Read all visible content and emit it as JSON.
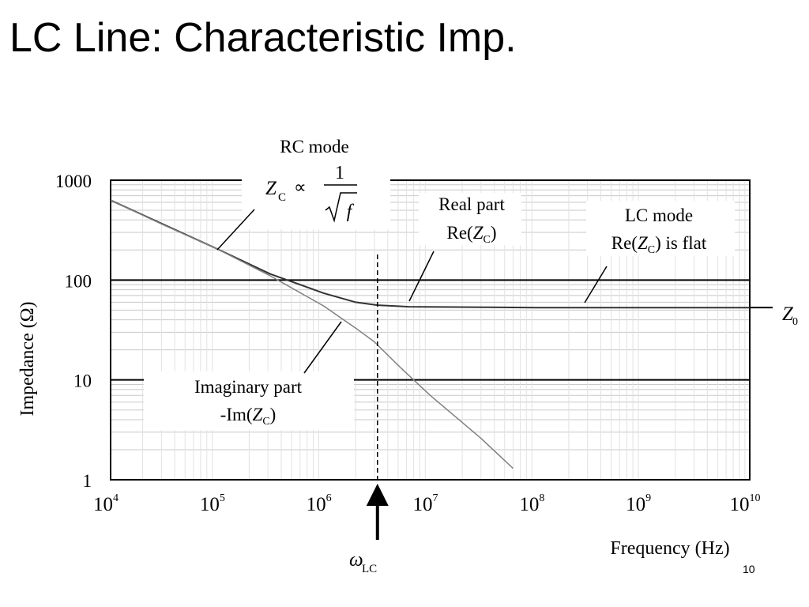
{
  "slide": {
    "title": "LC Line: Characteristic Imp.",
    "page_number": "10"
  },
  "chart_data": {
    "type": "line",
    "xscale": "log",
    "yscale": "log",
    "xlim": [
      10000,
      10000000000
    ],
    "ylim": [
      1,
      1000
    ],
    "xlabel": "Frequency (Hz)",
    "ylabel": "Impedance (Ω)",
    "x_ticks": [
      {
        "base": "10",
        "exp": "4",
        "value": 10000
      },
      {
        "base": "10",
        "exp": "5",
        "value": 100000
      },
      {
        "base": "10",
        "exp": "6",
        "value": 1000000
      },
      {
        "base": "10",
        "exp": "7",
        "value": 10000000
      },
      {
        "base": "10",
        "exp": "8",
        "value": 100000000
      },
      {
        "base": "10",
        "exp": "9",
        "value": 1000000000
      },
      {
        "base": "10",
        "exp": "10",
        "value": 10000000000
      }
    ],
    "y_ticks": [
      {
        "label": "1",
        "value": 1
      },
      {
        "label": "10",
        "value": 10
      },
      {
        "label": "100",
        "value": 100
      },
      {
        "label": "1000",
        "value": 1000
      }
    ],
    "grid": true,
    "series": [
      {
        "key": "real",
        "color": "#333333",
        "x": [
          10000,
          31600,
          100000,
          316000,
          1000000,
          2000000,
          3200000,
          6300000,
          100000000,
          10000000000
        ],
        "y": [
          630,
          360,
          205,
          115,
          74,
          60,
          56,
          54,
          53,
          53
        ]
      },
      {
        "key": "imag",
        "color": "#808080",
        "x": [
          10000,
          31600,
          100000,
          316000,
          1000000,
          2000000,
          3000000,
          5000000,
          10000000,
          30000000,
          60000000
        ],
        "y": [
          630,
          355,
          205,
          110,
          55,
          33,
          24,
          14,
          7,
          2.6,
          1.3
        ]
      }
    ],
    "asymptote": {
      "value": 53,
      "label_base": "Z",
      "label_sub": "0"
    },
    "marker": {
      "x": 3200000,
      "label_base": "ω",
      "label_sub": "LC"
    },
    "annotations": {
      "rc_mode": {
        "title": "RC mode",
        "formula_base": "Z",
        "formula_sub": "C",
        "formula_rel": "∝",
        "frac_num": "1",
        "frac_den": "f"
      },
      "real_part": {
        "line1": "Real part",
        "line2_pre": "Re(",
        "line2_var": "Z",
        "line2_sub": "C",
        "line2_post": ")"
      },
      "lc_mode": {
        "line1": "LC mode",
        "line2_pre": "Re(",
        "line2_var": "Z",
        "line2_sub": "C",
        "line2_post": ") is flat"
      },
      "imag_part": {
        "line1": "Imaginary part",
        "line2_pre": "-Im(",
        "line2_var": "Z",
        "line2_sub": "C",
        "line2_post": ")"
      }
    }
  }
}
